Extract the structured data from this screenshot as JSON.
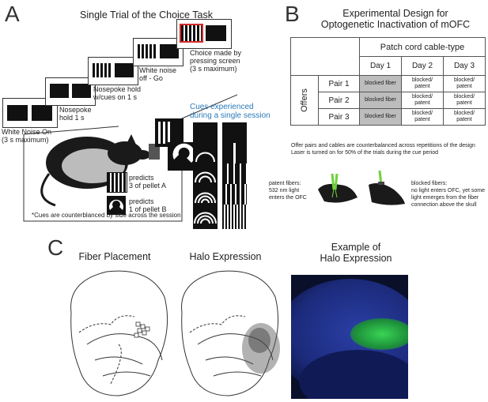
{
  "panelA": {
    "letter": "A",
    "title": "Single Trial of the Choice Task",
    "screens": [
      {
        "label": "White Noise On\n(3 s maximum)"
      },
      {
        "label": "Nosepoke\nhold 1 s"
      },
      {
        "label": "Nosepoke hold\nw/cues on 1 s"
      },
      {
        "label": "White noise\noff - Go"
      },
      {
        "label": "Choice made by\npressing screen\n(3 s maximum)"
      }
    ],
    "cues_title": "Cues experienced\nduring a single session",
    "predicts_a": "predicts\n3 of pellet A",
    "predicts_b": "predicts\n1 of pellet B",
    "footnote": "*Cues are counterblanced by side across the session"
  },
  "panelB": {
    "letter": "B",
    "title": "Experimental Design for\nOptogenetic Inactivation of mOFC",
    "header": "Patch cord cable-type",
    "days": [
      "Day 1",
      "Day 2",
      "Day 3"
    ],
    "offers_label": "Offers",
    "rows": [
      {
        "pair": "Pair 1",
        "cells": [
          "blocked fiber",
          "blocked/\npatent",
          "blocked/\npatent"
        ]
      },
      {
        "pair": "Pair 2",
        "cells": [
          "blocked fiber",
          "blocked/\npatent",
          "blocked/\npatent"
        ]
      },
      {
        "pair": "Pair 3",
        "cells": [
          "blocked fiber",
          "blocked/\npatent",
          "blocked/\npatent"
        ]
      }
    ],
    "note1": "Offer pairs and cables are counterbalanced across repetitions of the design",
    "note2": "Laser is turned on for 50% of the trials during the cue period",
    "patent_text": "patent fibers:\n532 nm light\nenters the OFC",
    "blocked_text": "blocked fibers:\nno light enters OFC, yet some\nlight emerges from the fiber\nconnection above the skull",
    "colors": {
      "grey_cell": "#bdbdbd",
      "laser": "#6fd13b"
    }
  },
  "panelC": {
    "letter": "C",
    "fiber_title": "Fiber Placement",
    "halo_title": "Halo Expression",
    "example_title": "Example of\nHalo Expression",
    "colors": {
      "tissue_blue": "#1f2f8a",
      "halo_green": "#38d454"
    }
  }
}
